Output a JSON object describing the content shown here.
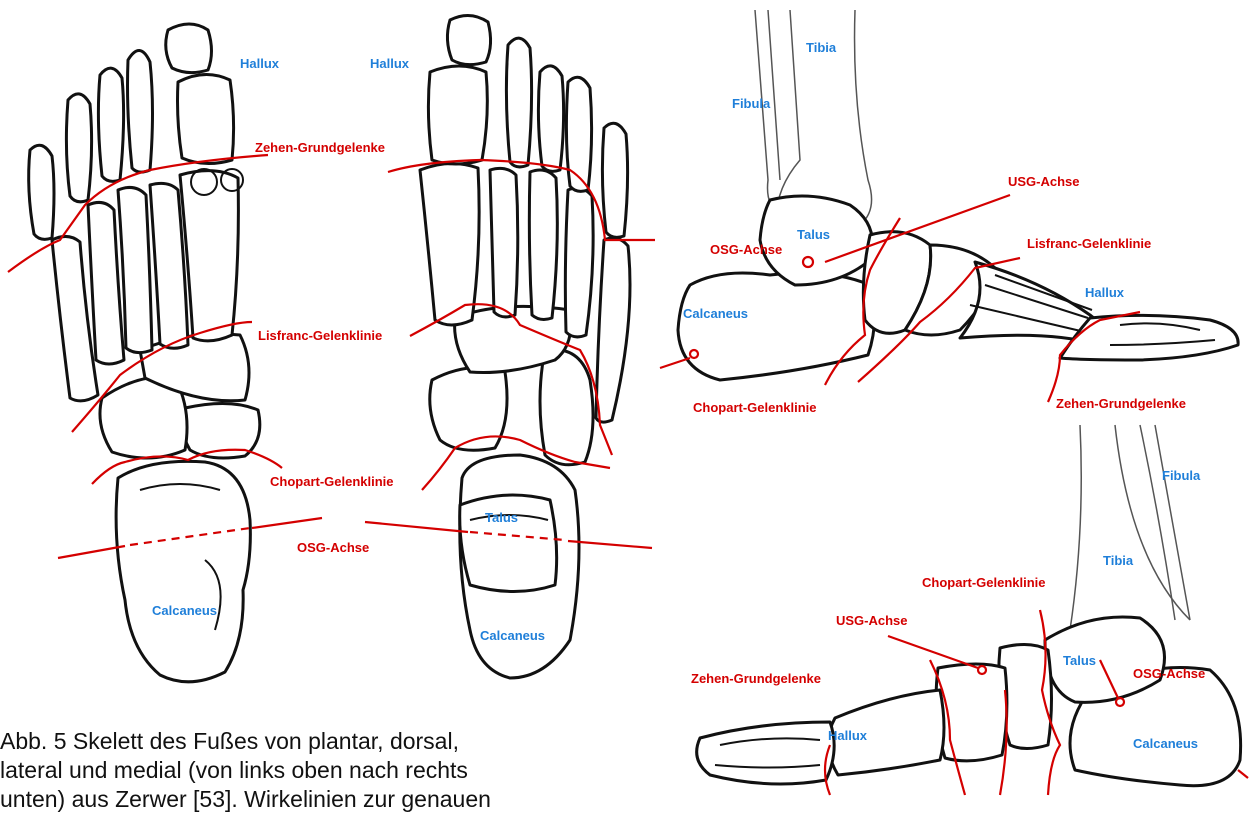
{
  "colors": {
    "joint_line": "#d40000",
    "bone_label": "#1f7fd9",
    "outline": "#111111"
  },
  "views": {
    "plantar": {
      "hallux": "Hallux",
      "zehen": "Zehen-Grundgelenke",
      "lisfranc": "Lisfranc-Gelenklinie",
      "chopart": "Chopart-Gelenklinie",
      "osg": "OSG-Achse",
      "calcaneus": "Calcaneus"
    },
    "dorsal": {
      "hallux": "Hallux",
      "talus": "Talus",
      "calcaneus": "Calcaneus"
    },
    "lateral": {
      "tibia": "Tibia",
      "fibula": "Fibula",
      "usg": "USG-Achse",
      "talus": "Talus",
      "osg": "OSG-Achse",
      "lisfranc": "Lisfranc-Gelenklinie",
      "hallux": "Hallux",
      "calcaneus": "Calcaneus",
      "chopart": "Chopart-Gelenklinie",
      "zehen": "Zehen-Grundgelenke"
    },
    "medial": {
      "fibula": "Fibula",
      "tibia": "Tibia",
      "chopart": "Chopart-Gelenklinie",
      "usg": "USG-Achse",
      "zehen": "Zehen-Grundgelenke",
      "talus": "Talus",
      "osg": "OSG-Achse",
      "hallux": "Hallux",
      "calcaneus": "Calcaneus"
    }
  },
  "caption": "Abb. 5 Skelett des Fußes von plantar, dorsal,\nlateral und medial (von links oben nach rechts\nunten) aus Zerwer [53]. Wirkelinien zur genauen"
}
